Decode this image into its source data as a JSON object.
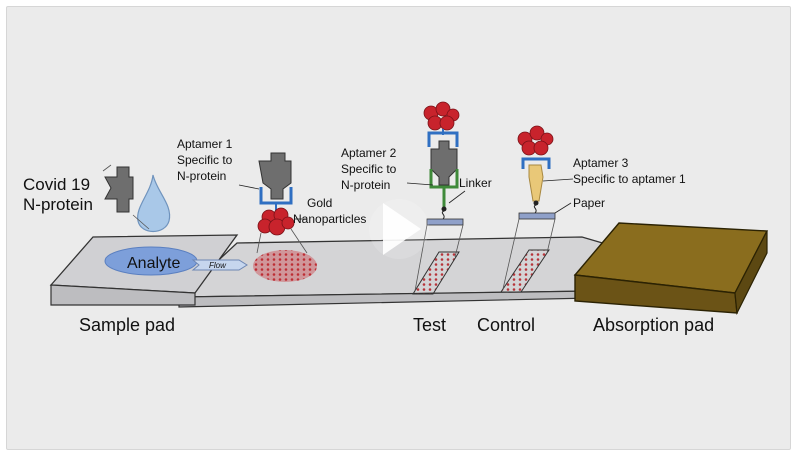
{
  "labels": {
    "covid_line1": "Covid 19",
    "covid_line2": "N-protein",
    "aptamer1_line1": "Aptamer 1",
    "aptamer1_line2": "Specific to",
    "aptamer1_line3": "N-protein",
    "gold_line1": "Gold",
    "gold_line2": "Nanoparticles",
    "aptamer2_line1": "Aptamer 2",
    "aptamer2_line2": "Specific to",
    "aptamer2_line3": "N-protein",
    "linker": "Linker",
    "aptamer3_line1": "Aptamer 3",
    "aptamer3_line2": "Specific to aptamer 1",
    "paper": "Paper",
    "analyte": "Analyte",
    "flow": "Flow",
    "sample_pad": "Sample pad",
    "test": "Test",
    "control": "Control",
    "absorption_pad": "Absorption pad"
  },
  "colors": {
    "background": "#ebebeb",
    "strip": "#d3d3d5",
    "gold_particles": "#c8232c",
    "aptamer_blue": "#2f6fc2",
    "linker_green": "#3f8a3a",
    "aptamer3_yellow": "#e9c878",
    "absorption_pad": "#8c6f1f",
    "droplet": "#a9c8e8"
  },
  "player": {
    "play_icon": "play-icon"
  }
}
